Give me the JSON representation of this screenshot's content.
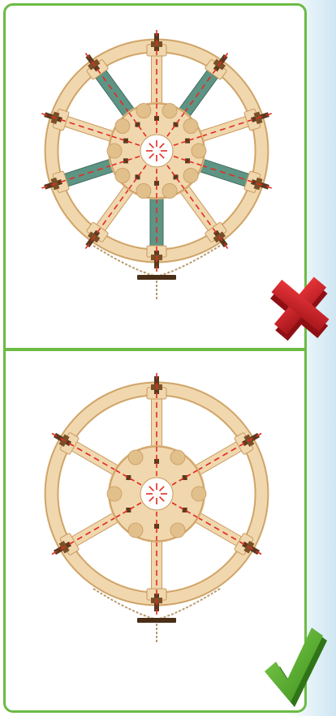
{
  "panels": [
    {
      "id": "incorrect",
      "verdict_icon": "cross-icon",
      "spokes": 10,
      "tinted_slats": true,
      "hook_tag": "",
      "colors": {
        "wood": "#f0d7ad",
        "slat": "#5e9484",
        "guide": "#e32b22"
      }
    },
    {
      "id": "correct",
      "verdict_icon": "check-icon",
      "spokes": 6,
      "tinted_slats": false,
      "hook_tag": "",
      "colors": {
        "wood": "#f0d7ad",
        "slat": "#f0d7ad",
        "guide": "#e32b22"
      }
    }
  ],
  "colors": {
    "frame": "#6cbb45",
    "cross": "#d4232a",
    "check": "#5cb02f",
    "background_tint": "#d6eaf4"
  }
}
